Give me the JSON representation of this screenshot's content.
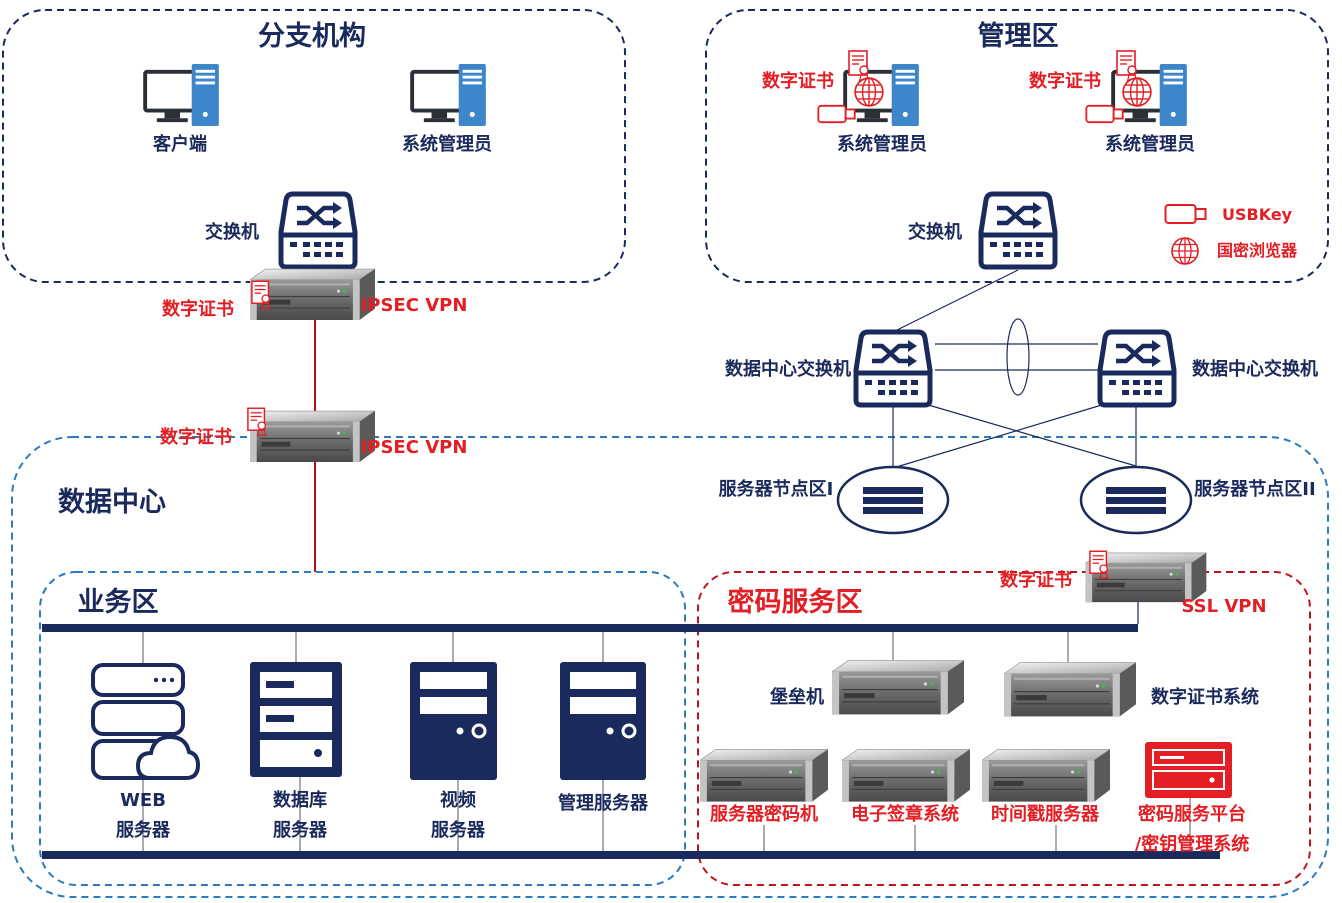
{
  "branch": {
    "title": "分支机构",
    "client_label": "客户端",
    "admin_label": "系统管理员",
    "switch_label": "交换机",
    "vpn_cert_label": "数字证书",
    "vpn_label": "IPSEC VPN"
  },
  "management": {
    "title": "管理区",
    "admins": [
      {
        "cert_label": "数字证书",
        "label": "系统管理员"
      },
      {
        "cert_label": "数字证书",
        "label": "系统管理员"
      }
    ],
    "switch_label": "交换机",
    "legend": {
      "usbkey": "USBKey",
      "browser": "国密浏览器"
    }
  },
  "datacenter": {
    "title": "数据中心",
    "vpn_cert_label": "数字证书",
    "vpn_label": "IPSEC VPN",
    "switches": [
      "数据中心交换机",
      "数据中心交换机"
    ],
    "server_zones": [
      "服务器节点区I",
      "服务器节点区II"
    ],
    "ssl_cert_label": "数字证书",
    "ssl_vpn_label": "SSL VPN"
  },
  "business_zone": {
    "title": "业务区",
    "servers": [
      {
        "line1": "WEB",
        "line2": "服务器",
        "icon": "web-cloud-server-icon"
      },
      {
        "line1": "数据库",
        "line2": "服务器",
        "icon": "database-server-icon"
      },
      {
        "line1": "视频",
        "line2": "服务器",
        "icon": "video-server-icon"
      },
      {
        "line1": "管理服务器",
        "icon": "management-server-icon"
      }
    ]
  },
  "crypto_zone": {
    "title": "密码服务区",
    "bastion": "堡垒机",
    "cert_system": "数字证书系统",
    "hsm": "服务器密码机",
    "esign": "电子签章系统",
    "timestamp": "时间戳服务器",
    "platform": [
      "密码服务平台",
      "/密钥管理系统"
    ]
  },
  "colors": {
    "navy": "#1b2a5c",
    "red": "#e31e24",
    "datacenter_border": "#2a7bbf",
    "crypto_border": "#c0141c"
  }
}
